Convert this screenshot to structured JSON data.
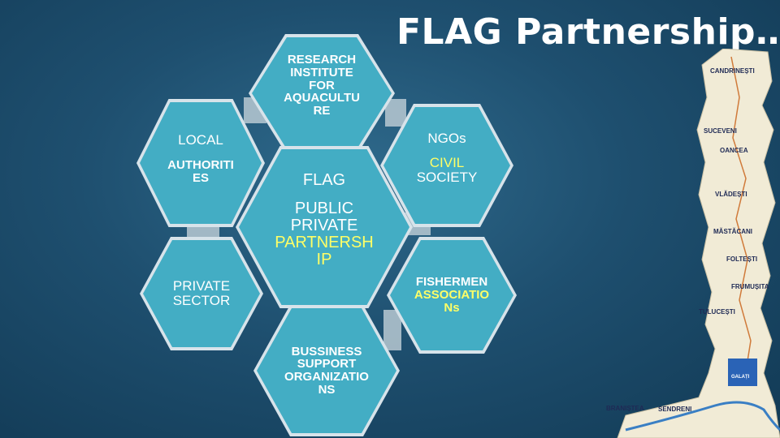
{
  "title": "FLAG Partnership…",
  "colors": {
    "hex_fill": "#43adc4",
    "hex_border": "#d7e3ea",
    "text": "#ffffff",
    "accent_text": "#ffff66",
    "background": "#1e4f6f"
  },
  "hexagons": {
    "research": [
      "RESEARCH",
      "INSTITUTE",
      "FOR",
      "AQUACULTU",
      "RE"
    ],
    "local": [
      "LOCAL",
      "AUTHORITI",
      "ES"
    ],
    "center": [
      "FLAG",
      "PUBLIC",
      "PRIVATE",
      "PARTNERSH",
      "IP"
    ],
    "ngo": [
      "NGOs",
      "CIVIL",
      "SOCIETY"
    ],
    "private": [
      "PRIVATE",
      "SECTOR"
    ],
    "fishermen": [
      "FISHERMEN",
      "ASSOCIATIO",
      "Ns"
    ],
    "business": [
      "BUSSINESS",
      "SUPPORT",
      "ORGANIZATIO",
      "NS"
    ]
  },
  "map": {
    "labels": [
      "CANDRINEȘTI",
      "SUCEVENI",
      "OANCEA",
      "VLĂDEȘTI",
      "MĂSTĂCANI",
      "FOLTEȘTI",
      "FRUMUȘITA",
      "TULUCEȘTI",
      "BRANIȘTEA",
      "SENDRENI",
      "GALAȚI"
    ]
  }
}
